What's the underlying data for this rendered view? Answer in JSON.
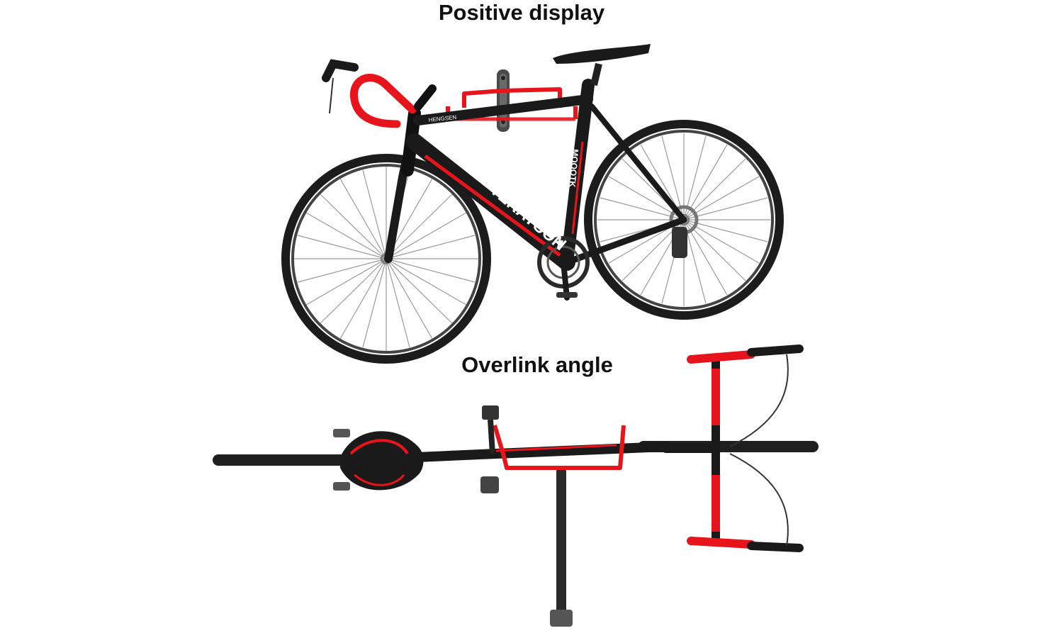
{
  "headings": {
    "positive": "Positive display",
    "overlink": "Overlink angle"
  },
  "frame_text": {
    "downtube": "TERAYSON",
    "seattube": "MOOOTK",
    "toptube_front": "HENGSEN",
    "toptube_rear": "HENGSEN"
  },
  "colors": {
    "accent_red": "#e8141c",
    "frame_black": "#1a1a1a",
    "tire": "#222222",
    "spoke": "#9a9a9a",
    "mount": "#555555"
  },
  "icons": {
    "bike_side": "bicycle-side-view",
    "bike_top": "bicycle-top-view",
    "wall_mount": "wall-hook-mount"
  }
}
